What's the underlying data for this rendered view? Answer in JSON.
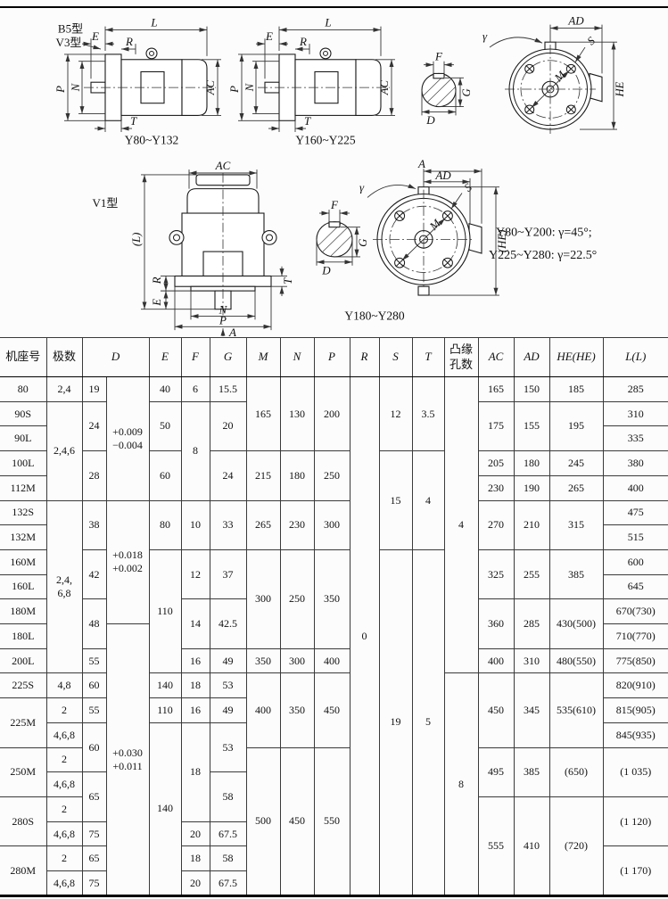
{
  "drawings": {
    "labels": {
      "b5": "B5型",
      "v3": "V3型",
      "v1": "V1型",
      "L": "L",
      "E": "E",
      "R": "R",
      "P": "P",
      "N": "N",
      "T": "T",
      "AC": "AC",
      "AD": "AD",
      "A": "A",
      "F": "F",
      "G": "G",
      "D": "D",
      "S": "S",
      "M": "M",
      "HE": "HE",
      "gamma": "γ",
      "L_paren": "(L)",
      "HE_paren": "(HE)"
    },
    "captions": {
      "c1": "Y80~Y132",
      "c2": "Y160~Y225",
      "c3": "Y180~Y280"
    },
    "notes": {
      "n1": "Y80~Y200: γ=45°;",
      "n2": "Y225~Y280: γ=22.5°"
    }
  },
  "table": {
    "headers": [
      {
        "v": "机座号"
      },
      {
        "v": "极数"
      },
      {
        "v": "D",
        "cs": 2,
        "it": true
      },
      {
        "v": "E",
        "it": true
      },
      {
        "v": "F",
        "it": true
      },
      {
        "v": "G",
        "it": true
      },
      {
        "v": "M",
        "it": true
      },
      {
        "v": "N",
        "it": true
      },
      {
        "v": "P",
        "it": true
      },
      {
        "v": "R",
        "it": true
      },
      {
        "v": "S",
        "it": true
      },
      {
        "v": "T",
        "it": true
      },
      {
        "v": "凸缘\n孔数"
      },
      {
        "v": "AC",
        "it": true
      },
      {
        "v": "AD",
        "it": true
      },
      {
        "v": "HE(HE)",
        "it": true
      },
      {
        "v": "L(L)",
        "it": true
      }
    ],
    "rows": [
      [
        {
          "v": "80"
        },
        {
          "v": "2,4"
        },
        {
          "v": "19"
        },
        {
          "v": "+0.009\n−0.004",
          "rs": 5
        },
        {
          "v": "40"
        },
        {
          "v": "6"
        },
        {
          "v": "15.5"
        },
        {
          "v": "165",
          "rs": 3
        },
        {
          "v": "130",
          "rs": 3
        },
        {
          "v": "200",
          "rs": 3
        },
        {
          "v": "0",
          "rs": 21
        },
        {
          "v": "12",
          "rs": 3
        },
        {
          "v": "3.5",
          "rs": 3
        },
        {
          "v": "4",
          "rs": 12
        },
        {
          "v": "165"
        },
        {
          "v": "150"
        },
        {
          "v": "185"
        },
        {
          "v": "285"
        }
      ],
      [
        {
          "v": "90S"
        },
        {
          "v": "2,4,6",
          "rs": 4
        },
        {
          "v": "24",
          "rs": 2
        },
        {
          "v": "50",
          "rs": 2
        },
        {
          "v": "8",
          "rs": 4
        },
        {
          "v": "20",
          "rs": 2
        },
        {
          "v": "175",
          "rs": 2
        },
        {
          "v": "155",
          "rs": 2
        },
        {
          "v": "195",
          "rs": 2
        },
        {
          "v": "310"
        }
      ],
      [
        {
          "v": "90L"
        },
        {
          "v": "335"
        }
      ],
      [
        {
          "v": "100L"
        },
        {
          "v": "28",
          "rs": 2
        },
        {
          "v": "60",
          "rs": 2
        },
        {
          "v": "24",
          "rs": 2
        },
        {
          "v": "215",
          "rs": 2
        },
        {
          "v": "180",
          "rs": 2
        },
        {
          "v": "250",
          "rs": 2
        },
        {
          "v": "15",
          "rs": 4
        },
        {
          "v": "4",
          "rs": 4
        },
        {
          "v": "205"
        },
        {
          "v": "180"
        },
        {
          "v": "245"
        },
        {
          "v": "380"
        }
      ],
      [
        {
          "v": "112M"
        },
        {
          "v": "230"
        },
        {
          "v": "190"
        },
        {
          "v": "265"
        },
        {
          "v": "400"
        }
      ],
      [
        {
          "v": "132S"
        },
        {
          "v": "2,4,\n6,8",
          "rs": 7
        },
        {
          "v": "38",
          "rs": 2
        },
        {
          "v": "+0.018\n+0.002",
          "rs": 5
        },
        {
          "v": "80",
          "rs": 2
        },
        {
          "v": "10",
          "rs": 2
        },
        {
          "v": "33",
          "rs": 2
        },
        {
          "v": "265",
          "rs": 2
        },
        {
          "v": "230",
          "rs": 2
        },
        {
          "v": "300",
          "rs": 2
        },
        {
          "v": "270",
          "rs": 2
        },
        {
          "v": "210",
          "rs": 2
        },
        {
          "v": "315",
          "rs": 2
        },
        {
          "v": "475"
        }
      ],
      [
        {
          "v": "132M"
        },
        {
          "v": "515"
        }
      ],
      [
        {
          "v": "160M"
        },
        {
          "v": "42",
          "rs": 2
        },
        {
          "v": "110",
          "rs": 5
        },
        {
          "v": "12",
          "rs": 2
        },
        {
          "v": "37",
          "rs": 2
        },
        {
          "v": "300",
          "rs": 4
        },
        {
          "v": "250",
          "rs": 4
        },
        {
          "v": "350",
          "rs": 4
        },
        {
          "v": "19",
          "rs": 14
        },
        {
          "v": "5",
          "rs": 14
        },
        {
          "v": "325",
          "rs": 2
        },
        {
          "v": "255",
          "rs": 2
        },
        {
          "v": "385",
          "rs": 2
        },
        {
          "v": "600"
        }
      ],
      [
        {
          "v": "160L"
        },
        {
          "v": "645"
        }
      ],
      [
        {
          "v": "180M"
        },
        {
          "v": "48",
          "rs": 2
        },
        {
          "v": "14",
          "rs": 2
        },
        {
          "v": "42.5",
          "rs": 2
        },
        {
          "v": "360",
          "rs": 2
        },
        {
          "v": "285",
          "rs": 2
        },
        {
          "v": "430(500)",
          "rs": 2
        },
        {
          "v": "670(730)"
        }
      ],
      [
        {
          "v": "180L"
        },
        {
          "v": "+0.030\n+0.011",
          "rs": 11
        },
        {
          "v": "710(770)"
        }
      ],
      [
        {
          "v": "200L"
        },
        {
          "v": "55"
        },
        {
          "v": "16"
        },
        {
          "v": "49"
        },
        {
          "v": "350"
        },
        {
          "v": "300"
        },
        {
          "v": "400"
        },
        {
          "v": "400"
        },
        {
          "v": "310"
        },
        {
          "v": "480(550)"
        },
        {
          "v": "775(850)"
        }
      ],
      [
        {
          "v": "225S"
        },
        {
          "v": "4,8"
        },
        {
          "v": "60"
        },
        {
          "v": "140"
        },
        {
          "v": "18"
        },
        {
          "v": "53"
        },
        {
          "v": "400",
          "rs": 3
        },
        {
          "v": "350",
          "rs": 3
        },
        {
          "v": "450",
          "rs": 3
        },
        {
          "v": "8",
          "rs": 9
        },
        {
          "v": "450",
          "rs": 3
        },
        {
          "v": "345",
          "rs": 3
        },
        {
          "v": "535(610)",
          "rs": 3
        },
        {
          "v": "820(910)"
        }
      ],
      [
        {
          "v": "225M",
          "rs": 2
        },
        {
          "v": "2"
        },
        {
          "v": "55"
        },
        {
          "v": "110"
        },
        {
          "v": "16"
        },
        {
          "v": "49"
        },
        {
          "v": "815(905)"
        }
      ],
      [
        {
          "v": "4,6,8"
        },
        {
          "v": "60",
          "rs": 2
        },
        {
          "v": "140",
          "rs": 7
        },
        {
          "v": "18",
          "rs": 4
        },
        {
          "v": "53",
          "rs": 2
        },
        {
          "v": "845(935)"
        }
      ],
      [
        {
          "v": "250M",
          "rs": 2
        },
        {
          "v": "2"
        },
        {
          "v": "500",
          "rs": 6
        },
        {
          "v": "450",
          "rs": 6
        },
        {
          "v": "550",
          "rs": 6
        },
        {
          "v": "495",
          "rs": 2
        },
        {
          "v": "385",
          "rs": 2
        },
        {
          "v": "(650)",
          "rs": 2
        },
        {
          "v": "(1 035)",
          "rs": 2
        }
      ],
      [
        {
          "v": "4,6,8"
        },
        {
          "v": "65",
          "rs": 2
        },
        {
          "v": "58",
          "rs": 2
        }
      ],
      [
        {
          "v": "280S",
          "rs": 2
        },
        {
          "v": "2"
        },
        {
          "v": "555",
          "rs": 4
        },
        {
          "v": "410",
          "rs": 4
        },
        {
          "v": "(720)",
          "rs": 4
        },
        {
          "v": "(1 120)",
          "rs": 2
        }
      ],
      [
        {
          "v": "4,6,8"
        },
        {
          "v": "75"
        },
        {
          "v": "20"
        },
        {
          "v": "67.5"
        }
      ],
      [
        {
          "v": "280M",
          "rs": 2
        },
        {
          "v": "2"
        },
        {
          "v": "65"
        },
        {
          "v": "18"
        },
        {
          "v": "58"
        },
        {
          "v": "(1 170)",
          "rs": 2
        }
      ],
      [
        {
          "v": "4,6,8"
        },
        {
          "v": "75"
        },
        {
          "v": "20"
        },
        {
          "v": "67.5"
        }
      ]
    ]
  }
}
